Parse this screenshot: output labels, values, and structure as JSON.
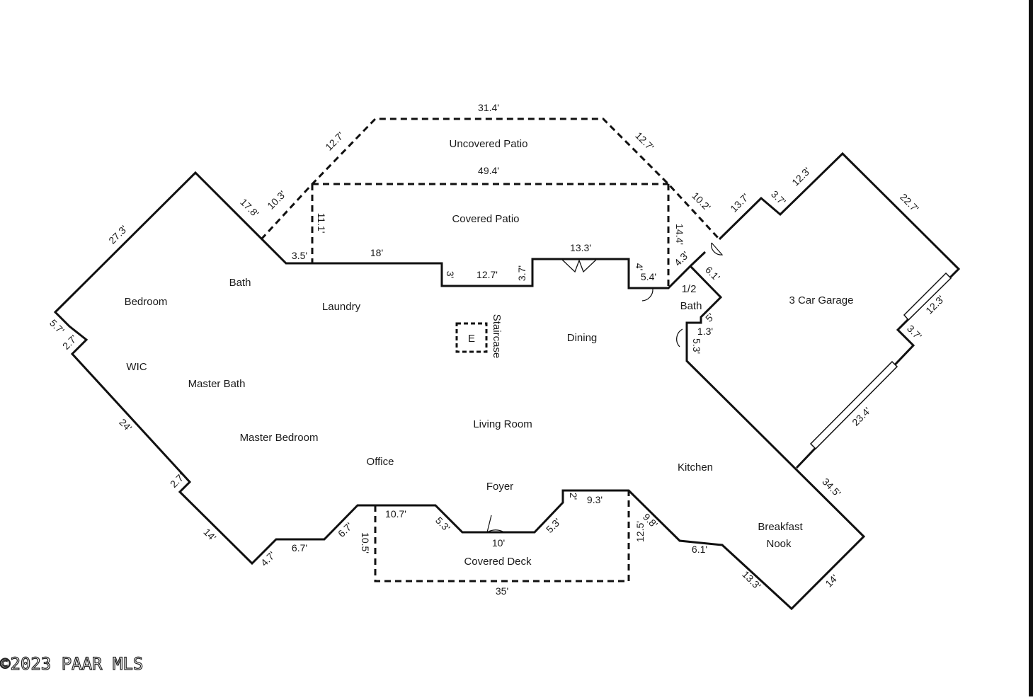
{
  "rooms": {
    "uncovered_patio": "Uncovered Patio",
    "covered_patio": "Covered Patio",
    "bath": "Bath",
    "bedroom": "Bedroom",
    "laundry": "Laundry",
    "wic": "WIC",
    "master_bath": "Master Bath",
    "master_bedroom": "Master Bedroom",
    "office": "Office",
    "living_room": "Living Room",
    "staircase": "Staircase",
    "elevator": "E",
    "dining": "Dining",
    "half_bath_line1": "1/2",
    "half_bath_line2": "Bath",
    "garage": "3 Car Garage",
    "kitchen": "Kitchen",
    "foyer": "Foyer",
    "breakfast_line1": "Breakfast",
    "breakfast_line2": "Nook",
    "covered_deck": "Covered Deck"
  },
  "dims": {
    "d_31_4": "31.4'",
    "d_12_7_a": "12.7'",
    "d_12_7_b": "12.7'",
    "d_49_4": "49.4'",
    "d_10_3": "10.3'",
    "d_10_2": "10.2'",
    "d_17_8": "17.8'",
    "d_11_1": "11.1'",
    "d_14_4": "14.4'",
    "d_27_3": "27.3'",
    "d_3_5": "3.5'",
    "d_18": "18'",
    "d_3": "3'",
    "d_12_7_c": "12.7'",
    "d_3_7_a": "3.7'",
    "d_13_3_a": "13.3'",
    "d_4": "4'",
    "d_5_4": "5.4'",
    "d_4_3": "4.3'",
    "d_13_7": "13.7'",
    "d_3_7_b": "3.7'",
    "d_12_3_a": "12.3'",
    "d_22_7": "22.7'",
    "d_6_1_a": "6.1'",
    "d_5": "5'",
    "d_1_3": "1.3'",
    "d_5_3_a": "5.3'",
    "d_12_3_b": "12.3'",
    "d_3_7_c": "3.7'",
    "d_23_4": "23.4'",
    "d_34_5": "34.5'",
    "d_5_7": "5.7'",
    "d_2_7_a": "2.7'",
    "d_24": "24'",
    "d_2_7_b": "2.7'",
    "d_14_a": "14'",
    "d_4_7": "4.7'",
    "d_6_7_a": "6.7'",
    "d_6_7_b": "6.7'",
    "d_10_5": "10.5'",
    "d_10_7": "10.7'",
    "d_5_3_b": "5.3'",
    "d_10": "10'",
    "d_5_3_c": "5.3'",
    "d_2": "2'",
    "d_9_3": "9.3'",
    "d_9_8": "9.8'",
    "d_12_5": "12.5'",
    "d_35": "35'",
    "d_6_1_b": "6.1'",
    "d_13_3_b": "13.3'",
    "d_14_b": "14'"
  },
  "copyright": "©2023 PAAR MLS"
}
